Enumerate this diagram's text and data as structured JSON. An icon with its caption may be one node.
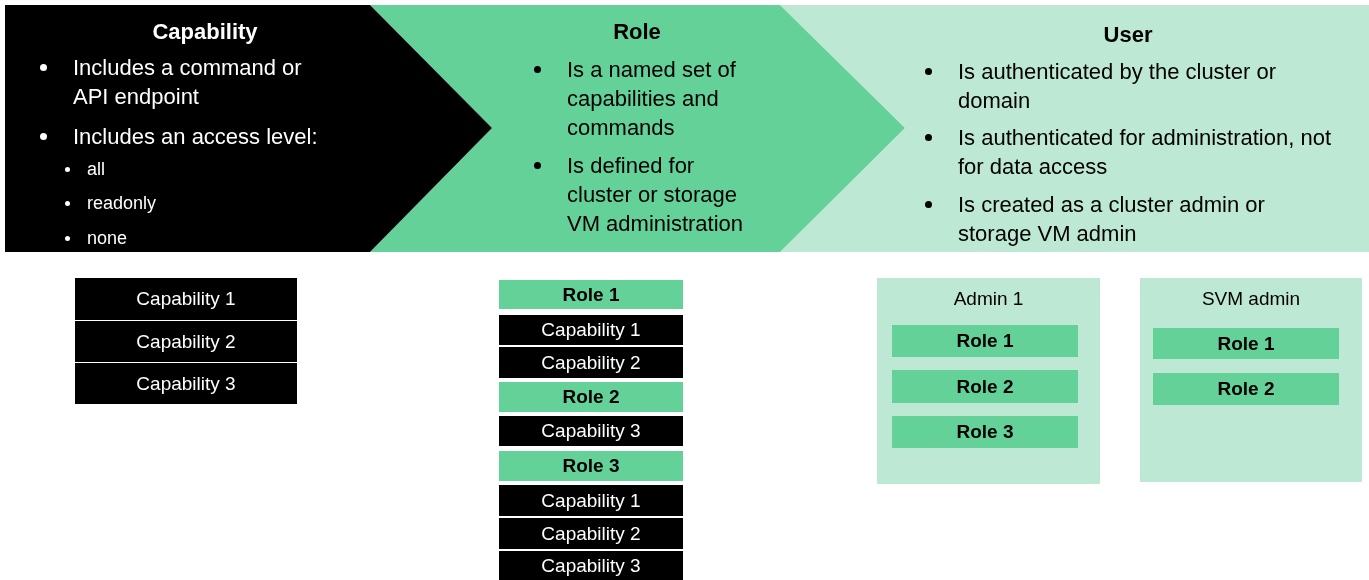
{
  "diagram": {
    "nodes": [
      {
        "text": [
          "Capability",
          "Includes a command or API endpoint",
          "Includes an access level:",
          "all",
          "readonly",
          "none"
        ]
      },
      {
        "text": [
          "Role",
          "Is a named set of capabilities and commands",
          "Is defined for cluster or storage VM administration"
        ]
      },
      {
        "text": [
          "User",
          "Is authenticated by the cluster or domain",
          "Is authenticated for administration, not for data access",
          "Is created as a cluster admin or storage VM admin"
        ]
      },
      {
        "text": [
          "Capability 1"
        ]
      },
      {
        "text": [
          "Capability 2"
        ]
      },
      {
        "text": [
          "Capability 3"
        ]
      },
      {
        "text": [
          "Role 1"
        ]
      },
      {
        "text": [
          "Capability 1"
        ]
      },
      {
        "text": [
          "Capability 2"
        ]
      },
      {
        "text": [
          "Role 2"
        ]
      },
      {
        "text": [
          "Capability 3"
        ]
      },
      {
        "text": [
          "Role 3"
        ]
      },
      {
        "text": [
          "Capability 1"
        ]
      },
      {
        "text": [
          "Capability 2"
        ]
      },
      {
        "text": [
          "Capability 3"
        ]
      },
      {
        "text": [
          "Admin 1"
        ]
      },
      {
        "text": [
          "Role 1"
        ],
        "in": 15
      },
      {
        "text": [
          "Role 2"
        ],
        "in": 15
      },
      {
        "text": [
          "Role 3"
        ],
        "in": 15
      },
      {
        "text": [
          "SVM admin"
        ]
      },
      {
        "text": [
          "Role 1"
        ],
        "in": 19
      },
      {
        "text": [
          "Role 2"
        ],
        "in": 19
      }
    ]
  }
}
